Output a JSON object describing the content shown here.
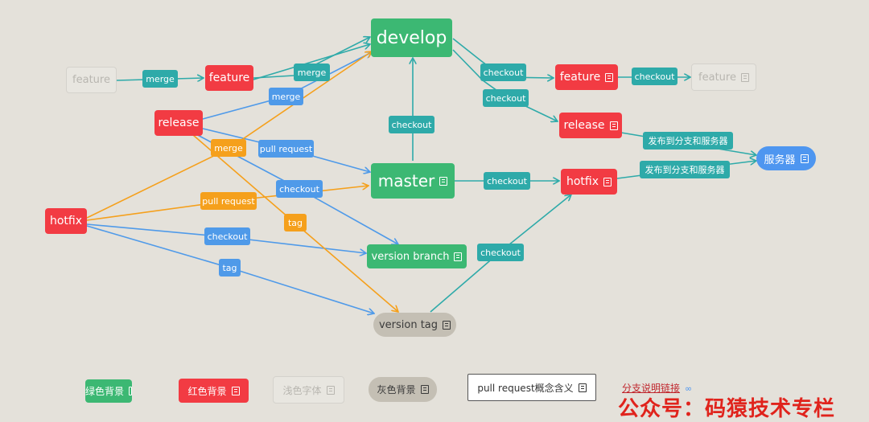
{
  "nodes": {
    "develop": "develop",
    "master": "master",
    "feature_left_faint": "feature",
    "feature_left": "feature",
    "release_left": "release",
    "hotfix_left": "hotfix",
    "feature_right": "feature",
    "feature_right_faint": "feature",
    "release_right": "release",
    "hotfix_right": "hotfix",
    "server": "服务器",
    "version_branch": "version branch",
    "version_tag": "version tag"
  },
  "edge_labels": {
    "merge_feature": "merge",
    "merge_feature_develop": "merge",
    "merge_release_develop": "merge",
    "merge_hotfix_develop": "merge",
    "pull_request_release": "pull request",
    "pull_request_hotfix": "pull request",
    "checkout_release": "checkout",
    "checkout_hotfix": "checkout",
    "tag_release": "tag",
    "tag_hotfix": "tag",
    "checkout_master_develop": "checkout",
    "checkout_develop_feature": "checkout",
    "checkout_develop_release": "checkout",
    "checkout_feature_faint": "checkout",
    "checkout_master_hotfix": "checkout",
    "checkout_tag_hotfix": "checkout",
    "publish_release": "发布到分支和服务器",
    "publish_hotfix": "发布到分支和服务器"
  },
  "legend": {
    "green": "绿色背景",
    "red": "红色背景",
    "faint": "浅色字体",
    "grey": "灰色背景",
    "pull_request": "pull request概念含义",
    "link": "分支说明链接",
    "link_icon": "∞"
  },
  "watermark": "公众号：码猿技术专栏",
  "colors": {
    "green": "#3cb873",
    "red": "#f23b43",
    "teal": "#2eaaa9",
    "blue": "#4f9ae9",
    "orange": "#f5a01c",
    "grey": "#c4bfb4",
    "faint": "#b8b6b0"
  }
}
